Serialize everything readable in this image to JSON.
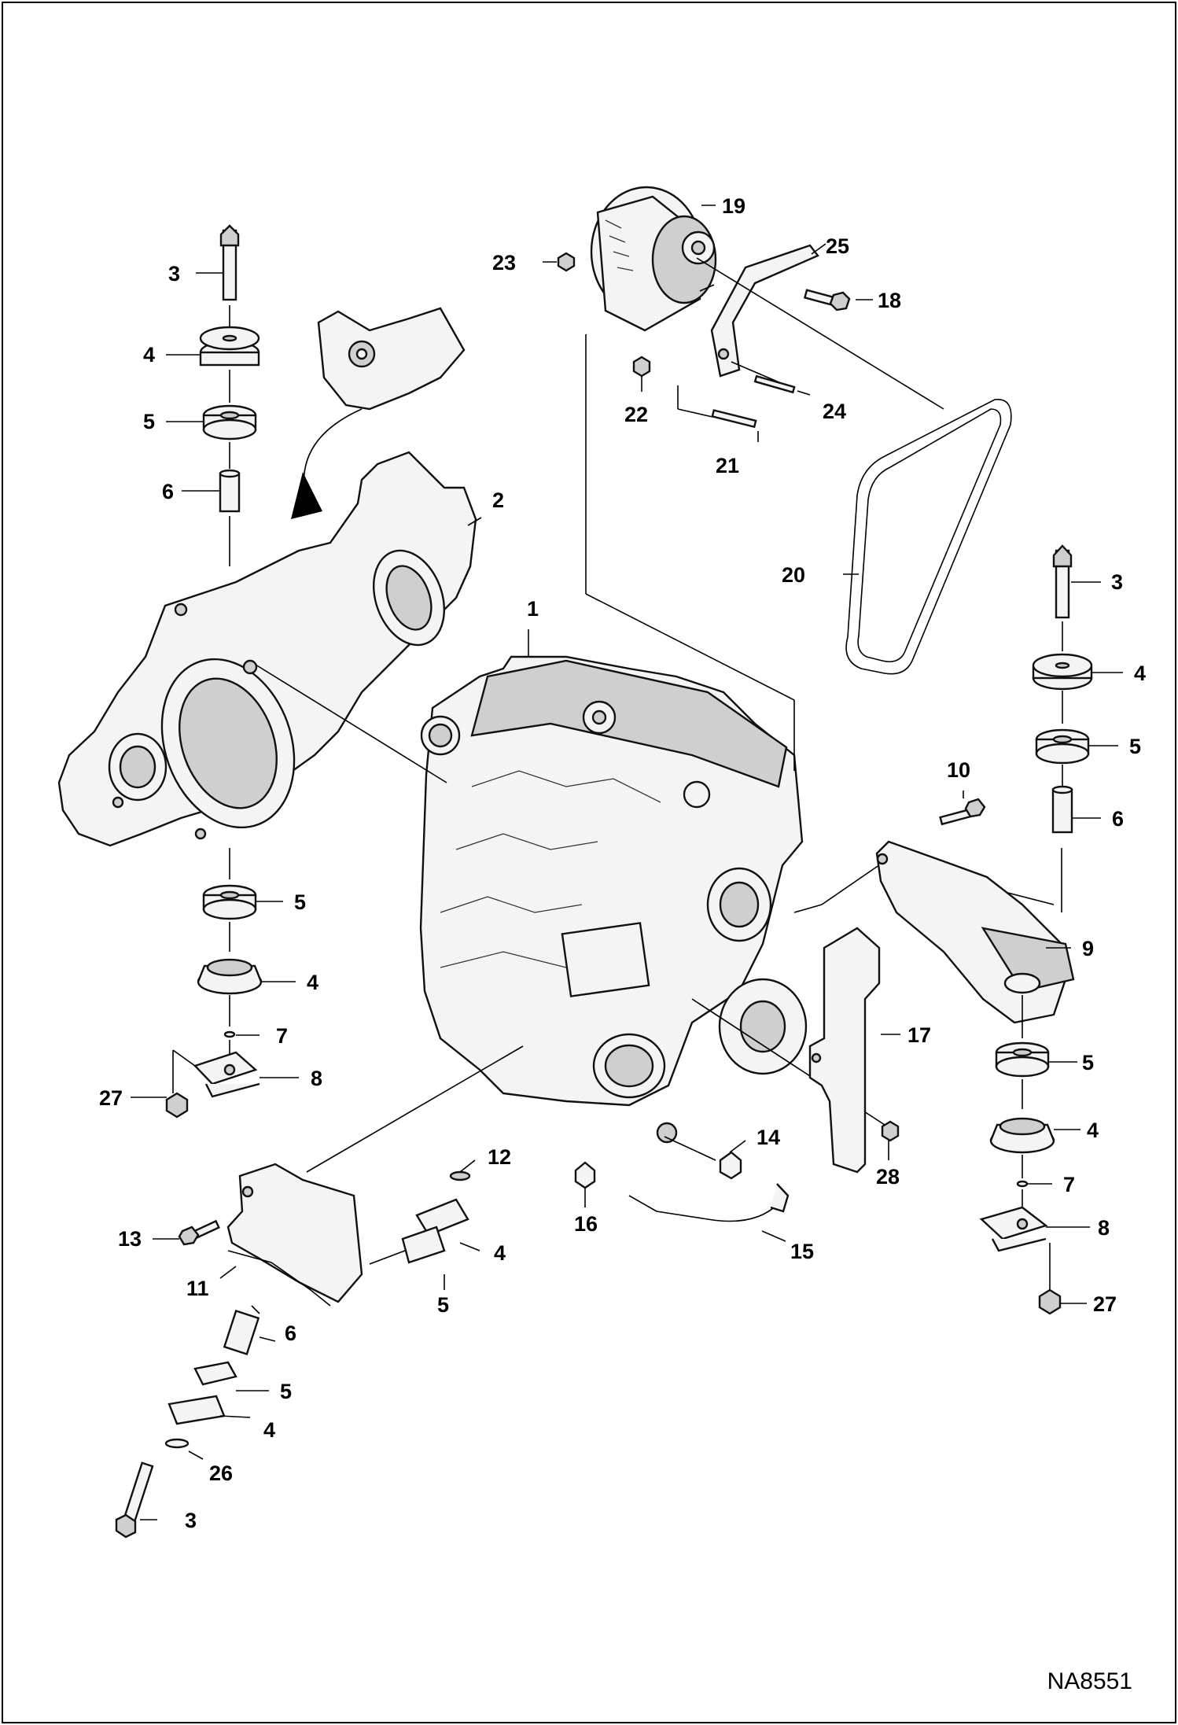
{
  "drawing_id": "NA8551",
  "callouts": {
    "c1": "1",
    "c2": "2",
    "c3a": "3",
    "c3b": "3",
    "c3c": "3",
    "c4a": "4",
    "c4b": "4",
    "c4c": "4",
    "c4d": "4",
    "c4e": "4",
    "c4f": "4",
    "c5a": "5",
    "c5b": "5",
    "c5c": "5",
    "c5d": "5",
    "c5e": "5",
    "c5f": "5",
    "c6a": "6",
    "c6b": "6",
    "c6c": "6",
    "c7a": "7",
    "c7b": "7",
    "c8a": "8",
    "c8b": "8",
    "c9": "9",
    "c10": "10",
    "c11": "11",
    "c12": "12",
    "c13": "13",
    "c14": "14",
    "c15": "15",
    "c16": "16",
    "c17": "17",
    "c18": "18",
    "c19": "19",
    "c20": "20",
    "c21": "21",
    "c22": "22",
    "c23": "23",
    "c24": "24",
    "c25": "25",
    "c26": "26",
    "c27a": "27",
    "c27b": "27",
    "c28": "28"
  }
}
